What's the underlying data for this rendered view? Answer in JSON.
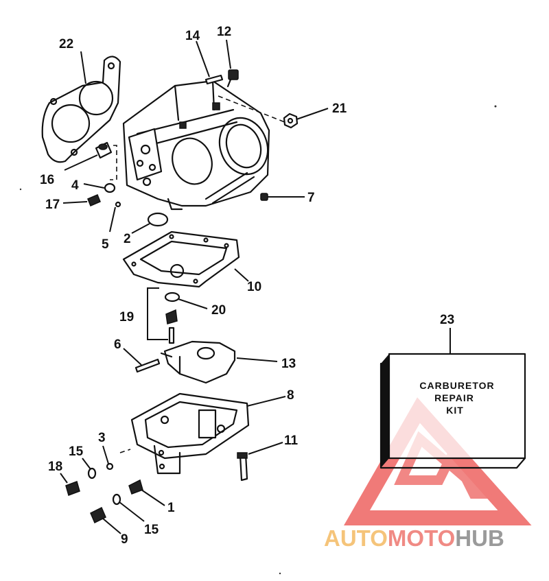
{
  "diagram": {
    "callouts": {
      "c1": "1",
      "c2": "2",
      "c3": "3",
      "c4": "4",
      "c5": "5",
      "c6": "6",
      "c7": "7",
      "c8": "8",
      "c9": "9",
      "c10": "10",
      "c11": "11",
      "c12": "12",
      "c13": "13",
      "c14": "14",
      "c15a": "15",
      "c15b": "15",
      "c16": "16",
      "c17": "17",
      "c18": "18",
      "c19": "19",
      "c20": "20",
      "c21": "21",
      "c22": "22",
      "c23": "23"
    },
    "kit_box": {
      "line1": "CARBURETOR",
      "line2": "REPAIR",
      "line3": "KIT"
    }
  },
  "watermark": {
    "part1": "AUTO",
    "part2": "MOTO",
    "part3": "HUB",
    "colors": {
      "auto": "#f5c47a",
      "moto": "#f08a84",
      "hub": "#9a9a9a",
      "logo": "#f07a78"
    }
  }
}
